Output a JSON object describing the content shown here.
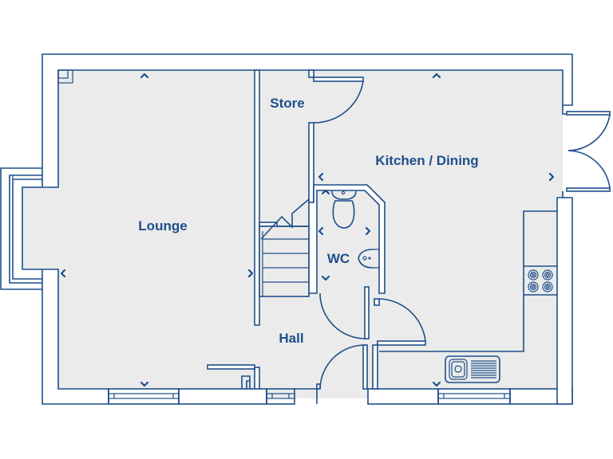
{
  "plan": {
    "colors": {
      "line": "#1d4f8a",
      "floor": "#ebebeb",
      "wall_fill": "#ffffff"
    },
    "rooms": [
      {
        "id": "lounge",
        "label": "Lounge"
      },
      {
        "id": "store",
        "label": "Store"
      },
      {
        "id": "kitchen-dining",
        "label": "Kitchen / Dining"
      },
      {
        "id": "wc",
        "label": "WC"
      },
      {
        "id": "hall",
        "label": "Hall"
      }
    ],
    "fixtures": [
      "toilet",
      "basin",
      "hob",
      "sink",
      "staircase",
      "french-doors",
      "bay-window"
    ]
  }
}
